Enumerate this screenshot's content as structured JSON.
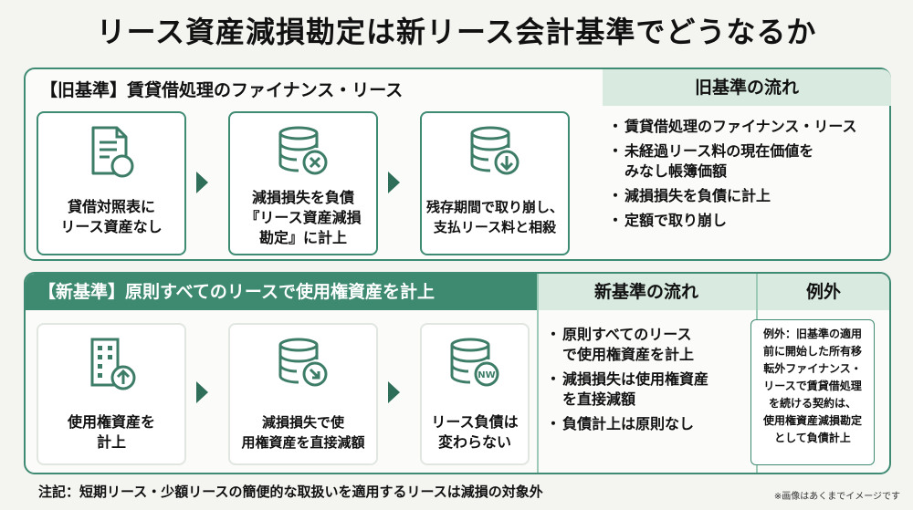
{
  "title": "リース資産減損勘定は新リース会計基準でどうなるか",
  "old_standard": {
    "heading": "【旧基準】賃貸借処理のファイナンス・リース",
    "flow_heading": "旧基準の流れ",
    "steps": [
      {
        "icon": "document-icon",
        "label": "貸借対照表に\nリース資産なし"
      },
      {
        "icon": "database-x-icon",
        "label": "減損損失を負債\n『リース資産減損\n勘定』に計上"
      },
      {
        "icon": "database-down-icon",
        "label": "残存期間で取り崩し、\n支払リース料と相殺"
      }
    ],
    "bullets": [
      "賃貸借処理のファイナンス・リース",
      "未経過リース料の現在価値を\nみなし帳簿価額",
      "減損損失を負債に計上",
      "定額で取り崩し"
    ]
  },
  "new_standard": {
    "heading": "【新基準】原則すべてのリースで使用権資産を計上",
    "flow_heading": "新基準の流れ",
    "exception_heading": "例外",
    "steps": [
      {
        "icon": "building-up-icon",
        "label": "使用権資産を\n計上"
      },
      {
        "icon": "database-arrow-icon",
        "label": "減損損失で使\n用権資産を直接減額"
      },
      {
        "icon": "database-nw-icon",
        "icon_text": "NW",
        "label": "リース負債は\n変わらない"
      }
    ],
    "bullets": [
      "原則すべてのリース\nで使用権資産を計上",
      "減損損失は使用権資産\nを直接減額",
      "負債計上は原則なし"
    ],
    "exception_text": "例外：旧基準の適用\n前に開始した所有移\n転外ファイナンス・\nリースで賃貸借処理\nを続ける契約は、\n使用権資産減損勘定\nとして負債計上"
  },
  "footnote": "注記：短期リース・少額リースの簡便的な取扱いを適用するリースは減損の対象外",
  "disclaimer": "※画像はあくまでイメージです",
  "colors": {
    "accent": "#3d8a70",
    "header_tint": "#d9ebe1",
    "border": "#3f8a72"
  }
}
